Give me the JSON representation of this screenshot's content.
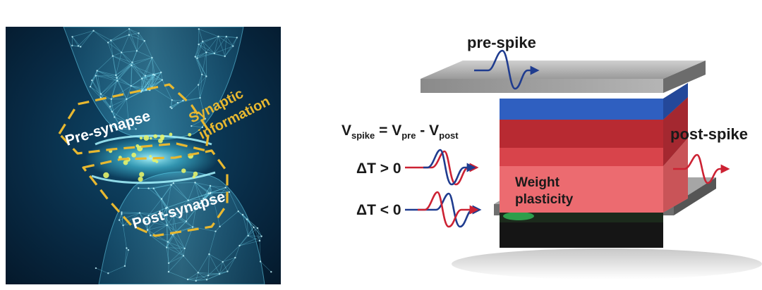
{
  "left_panel": {
    "pre_synapse": "Pre-synapse",
    "post_synapse": "Post-synapse",
    "synaptic_line1": "Synaptic",
    "synaptic_line2": "information"
  },
  "right_panel": {
    "pre_spike": "pre-spike",
    "post_spike": "post-spike",
    "equation": {
      "v": "V",
      "v_sub": "spike",
      "equals": " = V",
      "pre_sub": "pre",
      "minus": " - V",
      "post_sub": "post"
    },
    "dt_positive": "ΔT > 0",
    "dt_negative": "ΔT < 0",
    "weight_line1": "Weight",
    "weight_line2": "plasticity"
  },
  "colors": {
    "blue_wave": "#1f3c8f",
    "red_wave": "#cc2233",
    "synapse_cyan": "#4fd8f0",
    "gold": "#e8b830",
    "device_blue": "#2f5fc0",
    "device_red": "#d0343c",
    "device_pink": "#ec6b70",
    "metal_gray": "#8e8e8e"
  }
}
